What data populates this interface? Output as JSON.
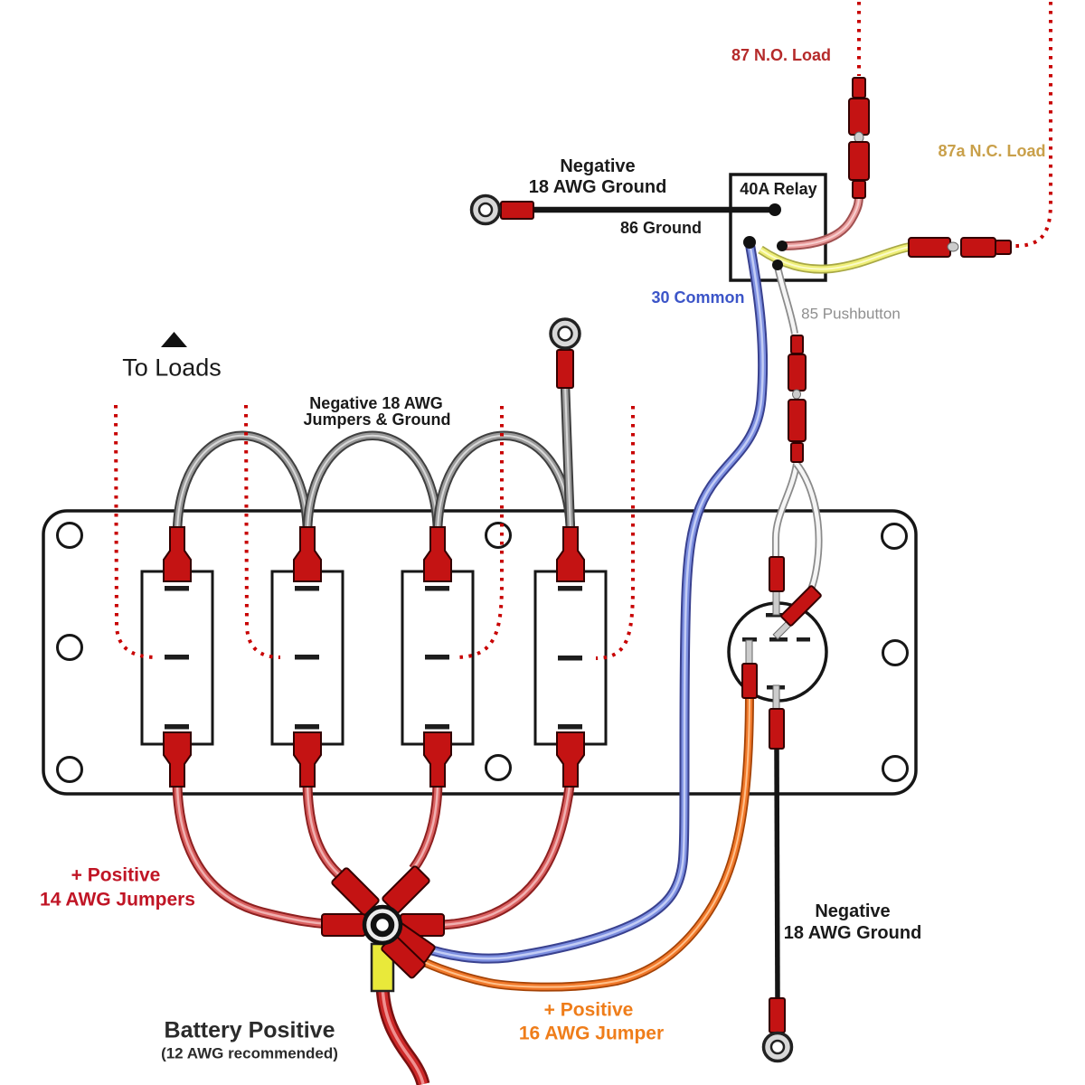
{
  "title": "Rocker switch panel with 40A relay wiring diagram",
  "labels": {
    "to_loads": "To Loads",
    "jumpers_line1": "Negative 18 AWG",
    "jumpers_line2": "Jumpers & Ground",
    "relay_ground_line1": "Negative",
    "relay_ground_line2": "18 AWG Ground",
    "ground_86": "86 Ground",
    "relay": "40A Relay",
    "load_87": "87 N.O. Load",
    "load_87a": "87a N.C. Load",
    "common_30": "30 Common",
    "pushbutton_85": "85 Pushbutton",
    "pos14_line1": "+ Positive",
    "pos14_line2": "14 AWG Jumpers",
    "battery_line1": "Battery Positive",
    "battery_line2": "(12 AWG recommended)",
    "pos16_line1": "+ Positive",
    "pos16_line2": "16 AWG Jumper",
    "neg_bottom_line1": "Negative",
    "neg_bottom_line2": "18 AWG Ground"
  },
  "components": {
    "panel": {
      "rocker_switch_count": 4,
      "pushbutton_count": 1,
      "mounting_hole_count": 8
    },
    "relay": {
      "rating": "40A",
      "terminals": [
        "86",
        "30",
        "87",
        "87a",
        "85"
      ]
    },
    "ring_terminal_count": 4
  },
  "colors": {
    "label_dark": "#1a1a1a",
    "label_red": "#c01525",
    "label_orange": "#ef7d1a",
    "label_gold": "#c9a04a",
    "label_blue": "#3c55c8",
    "label_gray": "#8f8f8f",
    "wire_red_jumper": "#d96060",
    "wire_battery_red": "#cc2828",
    "wire_blue_common": "#7d8fe0",
    "wire_orange_jumper": "#f0782a",
    "wire_gray_jumper": "#9a9a9a",
    "wire_yellow": "#eeee77",
    "wire_white": "#f5f5f5",
    "wire_black_ground": "#151515",
    "connector_red": "#c41313",
    "dotted_red": "#c80000"
  }
}
